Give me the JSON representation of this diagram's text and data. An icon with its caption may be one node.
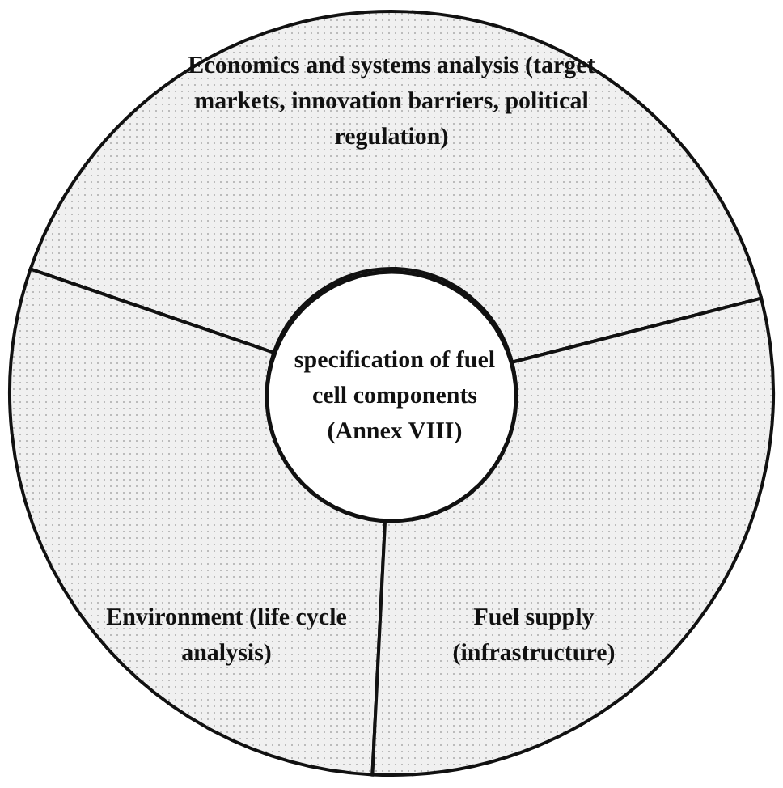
{
  "diagram": {
    "nodes": [
      {
        "text": [
          "Economics and systems analysis (target markets, innovation barriers, political regulation)"
        ]
      },
      {
        "text": [
          "specification of fuel cell components (Annex VIII)"
        ]
      },
      {
        "text": [
          "Environment (life cycle analysis)"
        ]
      },
      {
        "text": [
          "Fuel supply (infrastructure)"
        ]
      }
    ]
  }
}
